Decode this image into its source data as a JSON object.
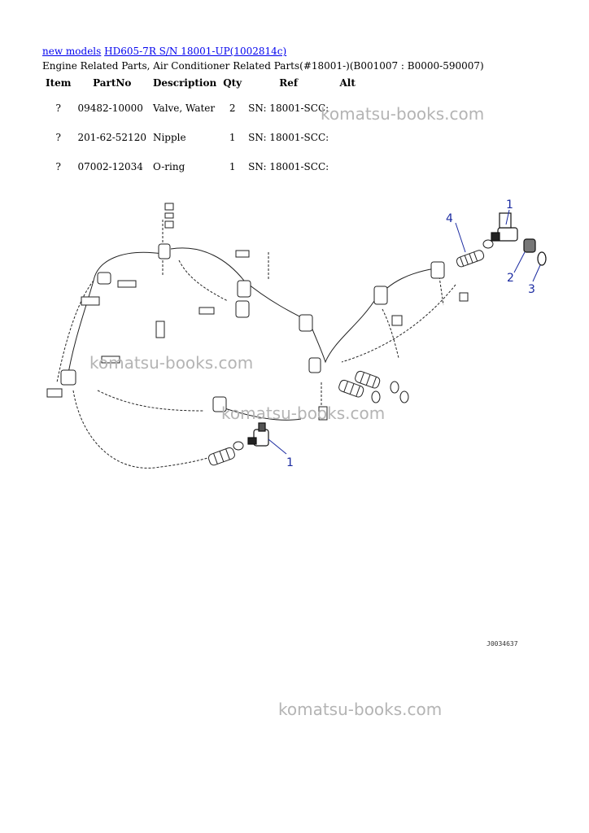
{
  "breadcrumb": {
    "link1": "new models",
    "link2": "HD605-7R S/N 18001-UP(1002814c)"
  },
  "heading": "Engine Related Parts, Air Conditioner Related Parts(#18001-)(B001007 : B0000-590007)",
  "table": {
    "headers": [
      "Item",
      "PartNo",
      "Description",
      "Qty",
      "Ref",
      "Alt"
    ],
    "rows": [
      {
        "item": "?",
        "part": "09482-10000",
        "desc": "Valve, Water",
        "qty": "2",
        "ref": "SN: 18001-SCC:",
        "alt": ""
      },
      {
        "item": "?",
        "part": "201-62-52120",
        "desc": "Nipple",
        "qty": "1",
        "ref": "SN: 18001-SCC:",
        "alt": ""
      },
      {
        "item": "?",
        "part": "07002-12034",
        "desc": "O-ring",
        "qty": "1",
        "ref": "SN: 18001-SCC:",
        "alt": ""
      }
    ]
  },
  "watermark": "komatsu-books.com",
  "diagram": {
    "callouts": {
      "c1_top": "1",
      "c1_bottom": "1",
      "c2": "2",
      "c3": "3",
      "c4": "4"
    },
    "code": "J0034637"
  },
  "colors": {
    "link": "#0000ee",
    "callout": "#1a2aa0",
    "watermark": "#b4b4b4"
  }
}
